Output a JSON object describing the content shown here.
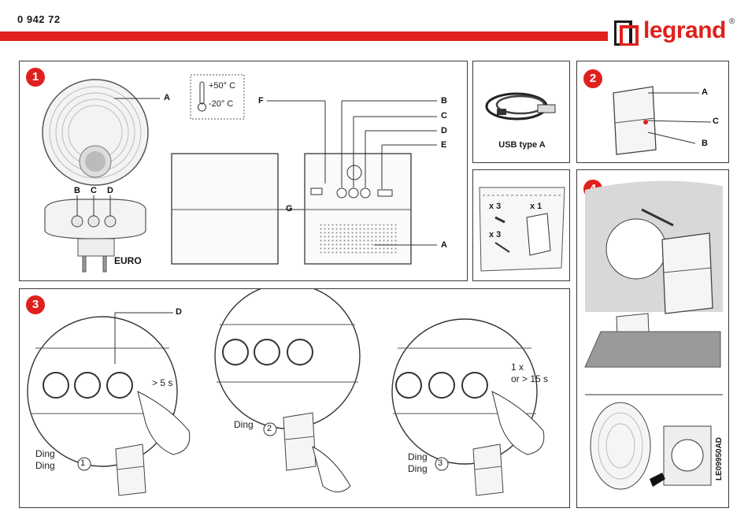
{
  "header": {
    "code": "0 942 72",
    "brand": "legrand",
    "brand_reg": "®",
    "brand_color": "#e0201c"
  },
  "panel1": {
    "step": "1",
    "temp_high": "+50° C",
    "temp_low": "-20° C",
    "labels": {
      "A": "A",
      "B": "B",
      "C": "C",
      "D": "D",
      "E": "E",
      "F": "F",
      "G": "G"
    },
    "plug_label": "EURO"
  },
  "usb_panel": {
    "caption": "USB type A"
  },
  "kit_panel": {
    "screws_count": "x 3",
    "plugs_count": "x 3",
    "sticker_count": "x 1"
  },
  "panel2": {
    "step": "2",
    "labels": {
      "A": "A",
      "C": "C",
      "B": "B"
    }
  },
  "panel3": {
    "step": "3",
    "label_D": "D",
    "step1": {
      "time": "> 5 s",
      "ding": "Ding",
      "ding2": "Ding",
      "num": "1"
    },
    "step2": {
      "ding": "Ding",
      "num": "2"
    },
    "step3": {
      "time_a": "1 x",
      "time_b": "or > 15 s",
      "ding": "Ding",
      "ding2": "Ding",
      "num": "3"
    }
  },
  "panel4": {
    "step": "4"
  },
  "footer": {
    "doc_code": "LE09950AD"
  }
}
